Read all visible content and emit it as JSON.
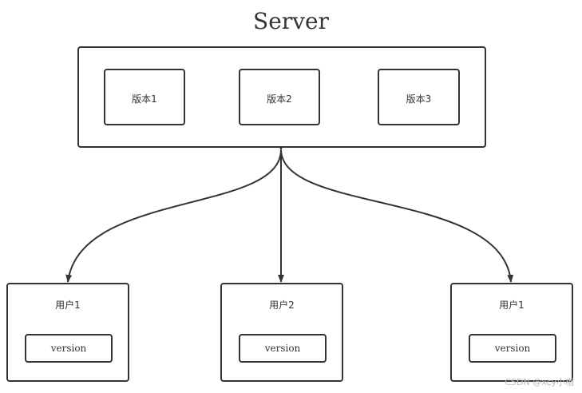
{
  "diagram": {
    "title": "Server",
    "server_versions": [
      {
        "label": "版本1"
      },
      {
        "label": "版本2"
      },
      {
        "label": "版本3"
      }
    ],
    "users": [
      {
        "label": "用户1",
        "version_label": "version"
      },
      {
        "label": "用户2",
        "version_label": "version"
      },
      {
        "label": "用户1",
        "version_label": "version"
      }
    ]
  },
  "watermark": "CSDN @xcy小相",
  "colors": {
    "stroke": "#333333",
    "background": "#ffffff"
  }
}
